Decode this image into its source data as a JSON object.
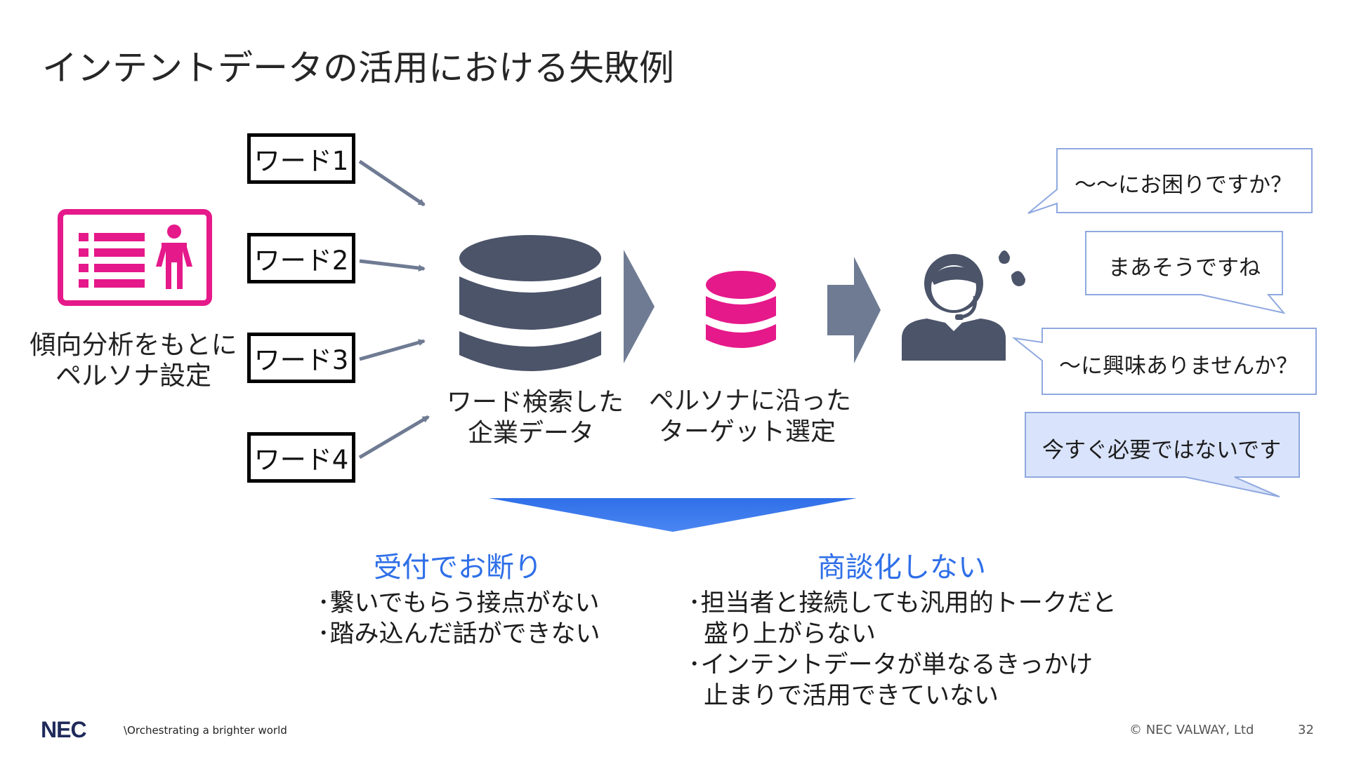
{
  "title": "インテントデータの活用における失敗例",
  "persona_label": [
    "傾向分析をもとに",
    "ペルソナ設定"
  ],
  "words": [
    "ワード1",
    "ワード2",
    "ワード3",
    "ワード4"
  ],
  "database_label": [
    "ワード検索した",
    "企業データ"
  ],
  "target_label": [
    "ペルソナに沿った",
    "ターゲット選定"
  ],
  "bubbles": [
    "～～にお困りですか？",
    "まあそうですね",
    "～に興味ありませんか？",
    "今すぐ必要ではないです"
  ],
  "result_left": {
    "heading": "受付でお断り",
    "lines": [
      "･繋いでもらう接点がない",
      "･踏み込んだ話ができない"
    ]
  },
  "result_right": {
    "heading": "商談化しない",
    "lines": [
      "･担当者と接続しても汎用的トークだと",
      "盛り上がらない",
      "･インテントデータが単なるきっかけ",
      "止まりで活用できていない"
    ]
  },
  "footer": {
    "logo": "NEC",
    "tagline": "\\Orchestrating a brighter world",
    "copyright": "© NEC VALWAY, Ltd",
    "page_number": "32"
  },
  "colors": {
    "accent_pink": "#e5198a",
    "db_dark": "#4b5469",
    "arrow_gray": "#6f7b93",
    "heading_blue": "#2f6fe8",
    "bubble_highlight": "#d9e3fb",
    "bubble_border": "#8fa8e0"
  }
}
